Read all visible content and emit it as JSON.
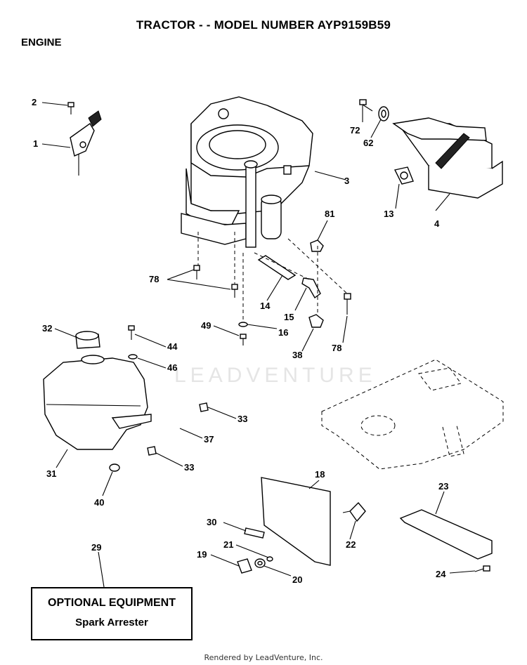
{
  "header": {
    "title": "TRACTOR - - MODEL NUMBER AYP9159B59",
    "section": "ENGINE"
  },
  "callouts": {
    "c1": "1",
    "c2": "2",
    "c3": "3",
    "c4": "4",
    "c13": "13",
    "c14": "14",
    "c15": "15",
    "c16": "16",
    "c18": "18",
    "c19": "19",
    "c20": "20",
    "c21": "21",
    "c22": "22",
    "c23": "23",
    "c24": "24",
    "c29": "29",
    "c30": "30",
    "c31": "31",
    "c32": "32",
    "c33a": "33",
    "c33b": "33",
    "c37": "37",
    "c38": "38",
    "c40": "40",
    "c44": "44",
    "c46": "46",
    "c49": "49",
    "c62": "62",
    "c72": "72",
    "c78a": "78",
    "c78b": "78",
    "c81": "81"
  },
  "optional_equipment": {
    "heading": "OPTIONAL EQUIPMENT",
    "item": "Spark Arrester"
  },
  "watermark": "LEADVENTURE",
  "footer": "Rendered by LeadVenture, Inc."
}
